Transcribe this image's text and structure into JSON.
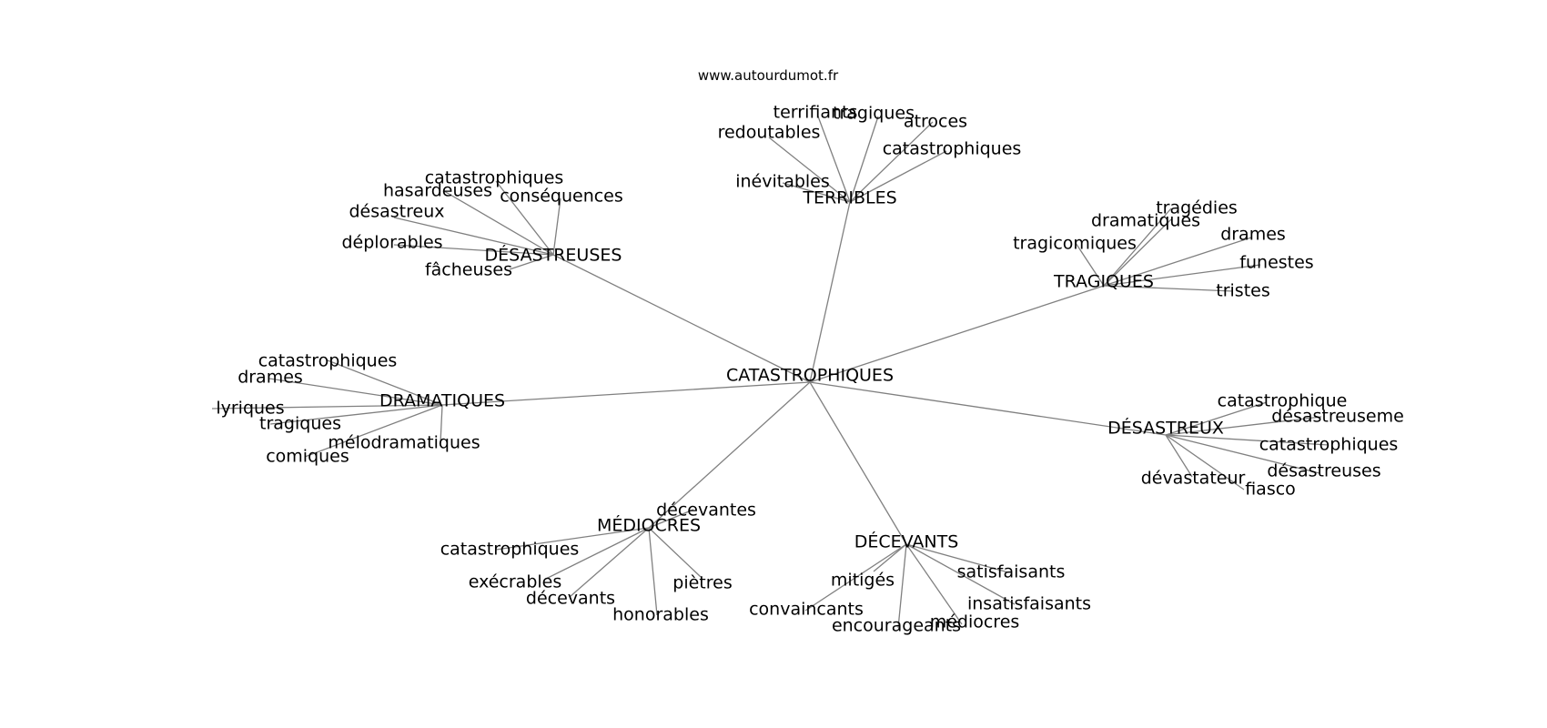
{
  "watermark": "www.autourdumot.fr",
  "edge_color": "#808080",
  "center": "CATASTROPHIQUES",
  "hubs": [
    {
      "label": "TERRIBLES",
      "leaves": [
        "terrifiants",
        "tragiques",
        "atroces",
        "redoutables",
        "catastrophiques",
        "inévitables"
      ]
    },
    {
      "label": "DÉSASTREUSES",
      "leaves": [
        "catastrophiques",
        "hasardeuses",
        "conséquences",
        "désastreux",
        "déplorables",
        "fâcheuses"
      ]
    },
    {
      "label": "TRAGIQUES",
      "leaves": [
        "tragédies",
        "dramatiques",
        "tragicomiques",
        "drames",
        "funestes",
        "tristes"
      ]
    },
    {
      "label": "DRAMATIQUES",
      "leaves": [
        "catastrophiques",
        "drames",
        "lyriques",
        "tragiques",
        "mélodramatiques",
        "comiques"
      ]
    },
    {
      "label": "DÉSASTREUX",
      "leaves": [
        "catastrophique",
        "désastreuseme",
        "catastrophiques",
        "désastreuses",
        "dévastateur",
        "fiasco"
      ]
    },
    {
      "label": "MÉDIOCRES",
      "leaves": [
        "décevantes",
        "catastrophiques",
        "exécrables",
        "décevants",
        "piètres",
        "honorables"
      ]
    },
    {
      "label": "DÉCEVANTS",
      "leaves": [
        "satisfaisants",
        "mitigés",
        "convaincants",
        "insatisfaisants",
        "médiocres",
        "encourageants"
      ]
    }
  ]
}
